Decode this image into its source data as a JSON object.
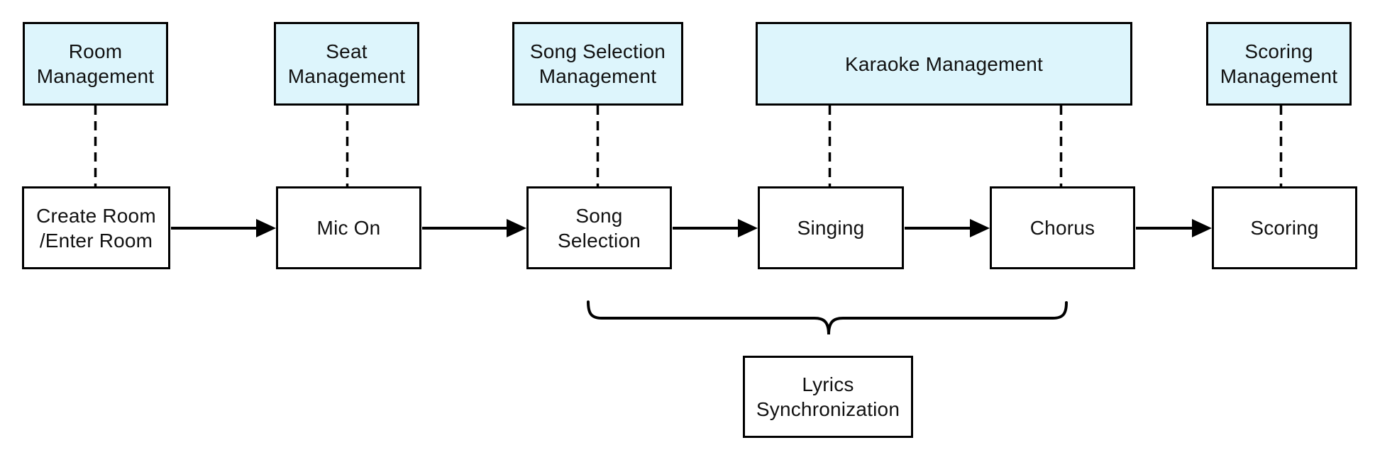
{
  "colors": {
    "module_fill": "#ddf5fc",
    "step_fill": "#ffffff",
    "line": "#000000",
    "text": "#111111"
  },
  "modules": [
    {
      "label": "Room\nManagement"
    },
    {
      "label": "Seat\nManagement"
    },
    {
      "label": "Song Selection\nManagement"
    },
    {
      "label": "Karaoke Management"
    },
    {
      "label": "Scoring\nManagement"
    }
  ],
  "steps": [
    {
      "label": "Create Room\n/Enter Room"
    },
    {
      "label": "Mic On"
    },
    {
      "label": "Song\nSelection"
    },
    {
      "label": "Singing"
    },
    {
      "label": "Chorus"
    },
    {
      "label": "Scoring"
    }
  ],
  "annotation": {
    "label": "Lyrics\nSynchronization"
  }
}
